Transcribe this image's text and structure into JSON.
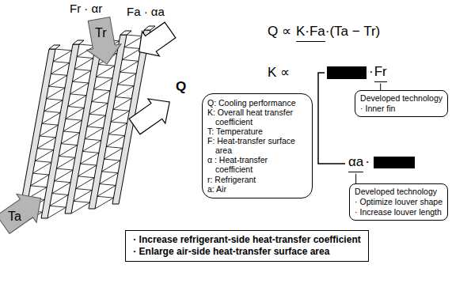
{
  "diagram": {
    "nodes": [
      {
        "text": [
          "Developed technology",
          "· Inner fin"
        ]
      },
      {
        "text": [
          "Q: Cooling performance",
          "K: Overall heat transfer coefficient",
          "T: Temperature",
          "F: Heat-transfer surface area",
          "α : Heat-transfer coefficient",
          "r: Refrigerant",
          "a: Air"
        ]
      },
      {
        "text": [
          "Developed technology",
          "· Optimize louver shape",
          "· Increase louver length"
        ]
      },
      {
        "text": [
          "· Increase refrigerant-side heat-transfer coefficient",
          "· Enlarge air-side heat-transfer surface area"
        ]
      }
    ],
    "labels": [
      "Fr · αr",
      "Tr",
      "Fa · αa",
      "Q",
      "Ta",
      "Q ∝",
      "K·Fa",
      "·(Ta − Tr)",
      "K ∝",
      "·",
      "Fr",
      "αa",
      "·"
    ]
  }
}
